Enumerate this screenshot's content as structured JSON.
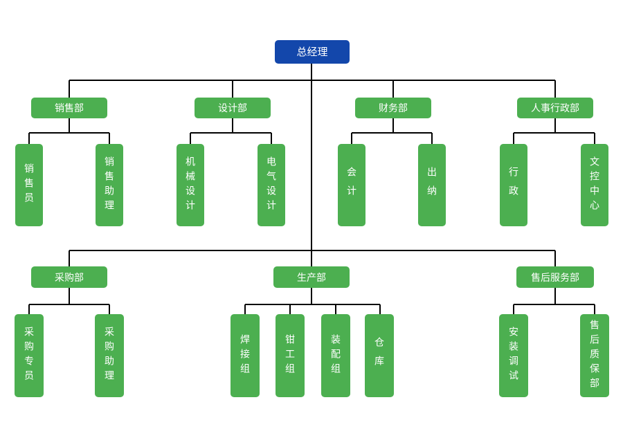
{
  "org": {
    "title": "company-org-chart",
    "root": {
      "label": "总经理"
    },
    "departments": [
      {
        "label": "销售部",
        "children": [
          {
            "label": "销售员"
          },
          {
            "label": "销售助理"
          }
        ]
      },
      {
        "label": "设计部",
        "children": [
          {
            "label": "机械设计"
          },
          {
            "label": "电气设计"
          }
        ]
      },
      {
        "label": "财务部",
        "children": [
          {
            "label": "会计"
          },
          {
            "label": "出纳"
          }
        ]
      },
      {
        "label": "人事行政部",
        "children": [
          {
            "label": "行政"
          },
          {
            "label": "文控中心"
          }
        ]
      },
      {
        "label": "采购部",
        "children": [
          {
            "label": "采购专员"
          },
          {
            "label": "采购助理"
          }
        ]
      },
      {
        "label": "生产部",
        "children": [
          {
            "label": "焊接组"
          },
          {
            "label": "钳工组"
          },
          {
            "label": "装配组"
          },
          {
            "label": "仓库"
          }
        ]
      },
      {
        "label": "售后服务部",
        "children": [
          {
            "label": "安装调试"
          },
          {
            "label": "售后质保部"
          }
        ]
      }
    ],
    "colors": {
      "root_fill": "#1347AB",
      "node_fill": "#4CAF50",
      "line": "#000000",
      "text": "#FFFFFF",
      "background": "#FFFFFF"
    }
  }
}
